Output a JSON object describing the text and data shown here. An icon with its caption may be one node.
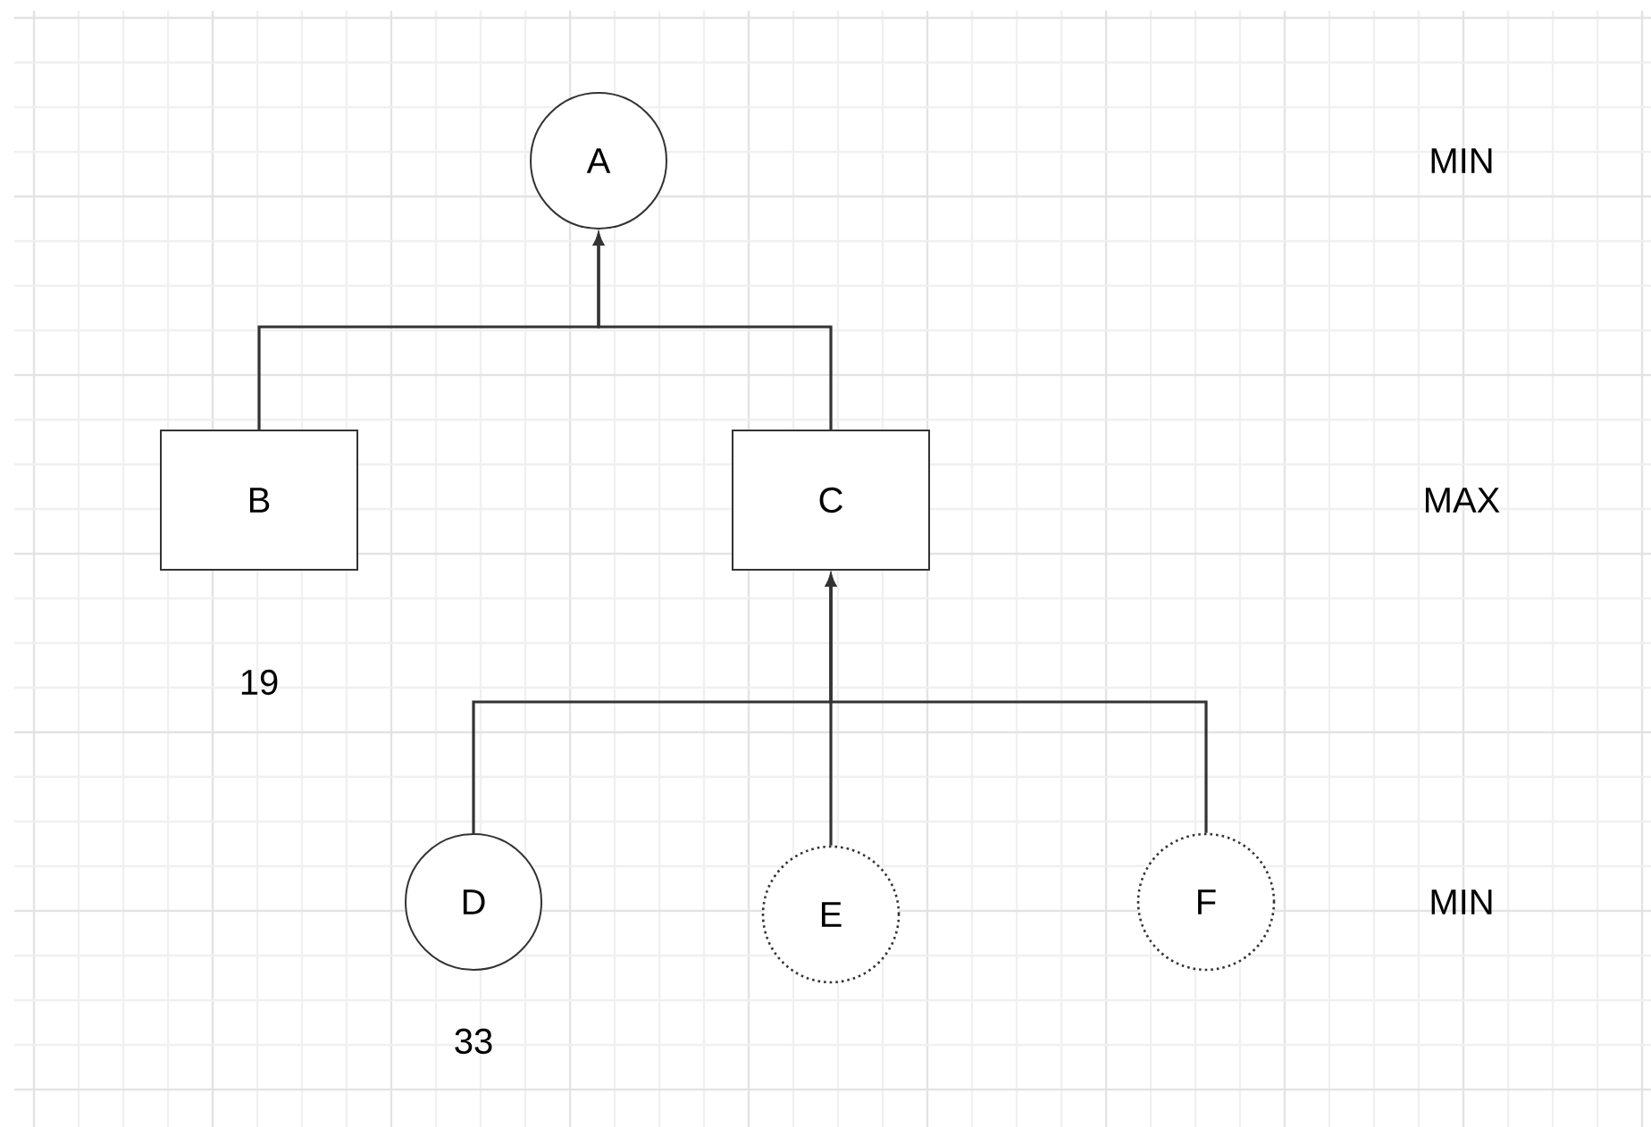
{
  "diagram": {
    "nodes": [
      {
        "text": [
          "A"
        ]
      },
      {
        "text": [
          "B"
        ],
        "beside": [
          "19"
        ]
      },
      {
        "text": [
          "C"
        ]
      },
      {
        "text": [
          "D"
        ],
        "beside": [
          "33"
        ]
      },
      {
        "text": [
          "E"
        ]
      },
      {
        "text": [
          "F"
        ]
      }
    ],
    "edges": [
      {
        "from": 1,
        "to": 0,
        "arrow": "to"
      },
      {
        "from": 2,
        "to": 0,
        "arrow": "to"
      },
      {
        "from": 3,
        "to": 2,
        "arrow": "to"
      },
      {
        "from": 4,
        "to": 2,
        "arrow": "to"
      },
      {
        "from": 5,
        "to": 2,
        "arrow": "to"
      }
    ],
    "labels": [
      "MIN",
      "MAX",
      "MIN"
    ]
  }
}
